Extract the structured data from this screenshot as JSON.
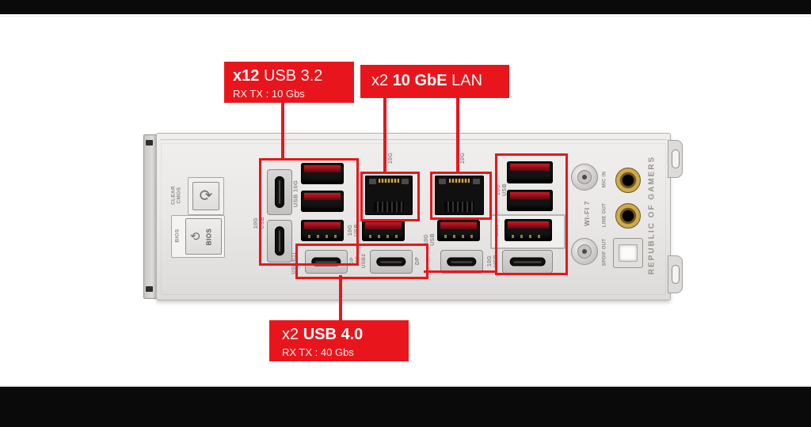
{
  "colors": {
    "red": "#e8161c",
    "panel_text": "#8b8b89",
    "gold": "#c9a24a"
  },
  "callouts": {
    "usb32": {
      "prefix": "x12",
      "title": "USB 3.2",
      "subtitle": "RX TX : 10 Gbs"
    },
    "lan": {
      "prefix": "x2",
      "title": "10 GbE",
      "suffix": "LAN"
    },
    "usb4": {
      "prefix": "x2",
      "title": "USB 4.0",
      "subtitle": "RX TX : 40 Gbs"
    }
  },
  "panel": {
    "buttons": {
      "clear_cmos": {
        "label_line1": "CLEAR",
        "label_line2": "CMOS",
        "glyph": "⟳"
      },
      "bios": {
        "label": "BIOS",
        "glyph": "⟲",
        "text": "BIOS"
      }
    },
    "labels": {
      "ten_g": "10G",
      "usb": "USB",
      "usb_10g": "USB 10G",
      "usb4_1": "USB4(1)",
      "dp": "DP",
      "forty_g": "40G",
      "usb2": "USB2",
      "bios": "BIOS"
    },
    "audio": {
      "mic": "MIC IN",
      "line": "LINE OUT",
      "spdif": "SPDIF OUT"
    },
    "wifi": "WI-FI 7",
    "branding": "REPUBLIC OF GAMERS"
  }
}
